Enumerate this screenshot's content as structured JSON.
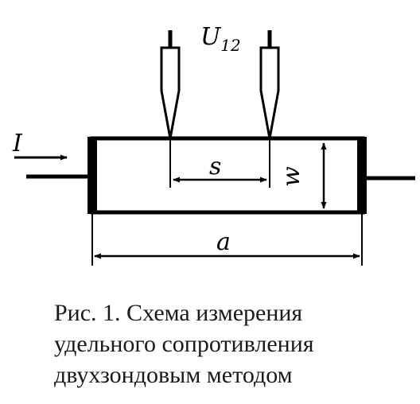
{
  "diagram": {
    "labels": {
      "current": "I",
      "voltage_main": "U",
      "voltage_sub": "12",
      "probe_spacing": "s",
      "width": "w",
      "length": "a"
    }
  },
  "caption": {
    "lines": [
      "Рис. 1. Схема измерения",
      "удельного сопротивления",
      "двухзондовым методом"
    ]
  }
}
